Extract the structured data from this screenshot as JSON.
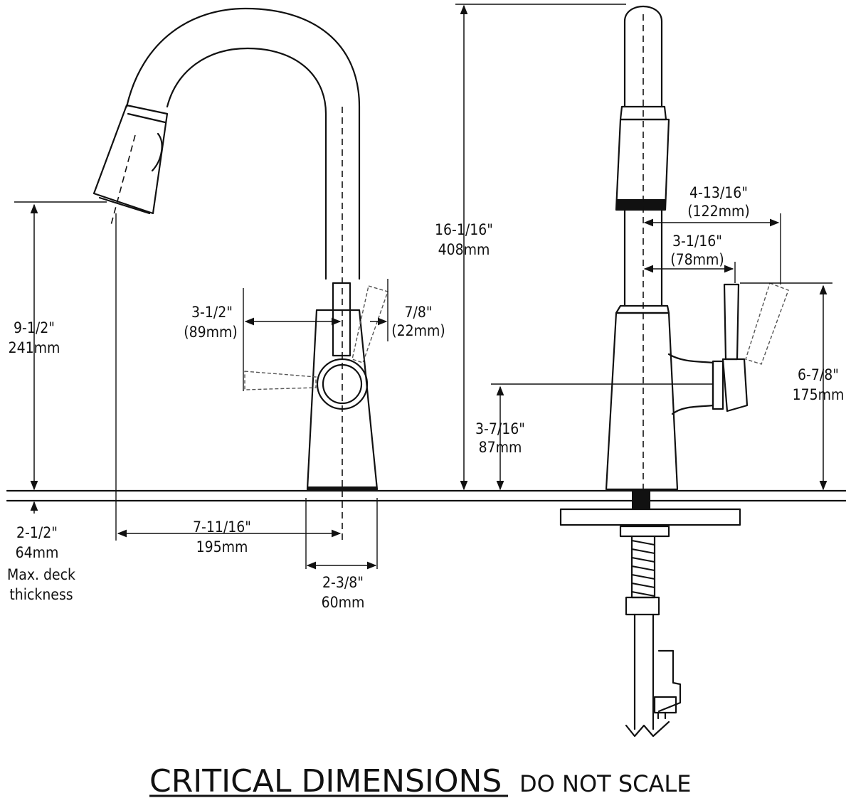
{
  "title": {
    "main": "CRITICAL DIMENSIONS",
    "note": "DO NOT SCALE"
  },
  "side_view": {
    "spout_height": {
      "imperial": "9-1/2\"",
      "metric": "241mm"
    },
    "deck_thickness": {
      "imperial": "2-1/2\"",
      "metric": "64mm",
      "note_line1": "Max. deck",
      "note_line2": "thickness"
    },
    "handle_offset": {
      "imperial": "3-1/2\"",
      "metric": "(89mm)"
    },
    "handle_width": {
      "imperial": "7/8\"",
      "metric": "(22mm)"
    },
    "spout_reach": {
      "imperial": "7-11/16\"",
      "metric": "195mm"
    },
    "base_diameter": {
      "imperial": "2-3/8\"",
      "metric": "60mm"
    }
  },
  "front_view": {
    "overall_height": {
      "imperial": "16-1/16\"",
      "metric": "408mm"
    },
    "handle_clearance": {
      "imperial": "4-13/16\"",
      "metric": "(122mm)"
    },
    "handle_projection": {
      "imperial": "3-1/16\"",
      "metric": "(78mm)"
    },
    "handle_height": {
      "imperial": "6-7/8\"",
      "metric": "175mm"
    },
    "hub_height": {
      "imperial": "3-7/16\"",
      "metric": "87mm"
    }
  }
}
